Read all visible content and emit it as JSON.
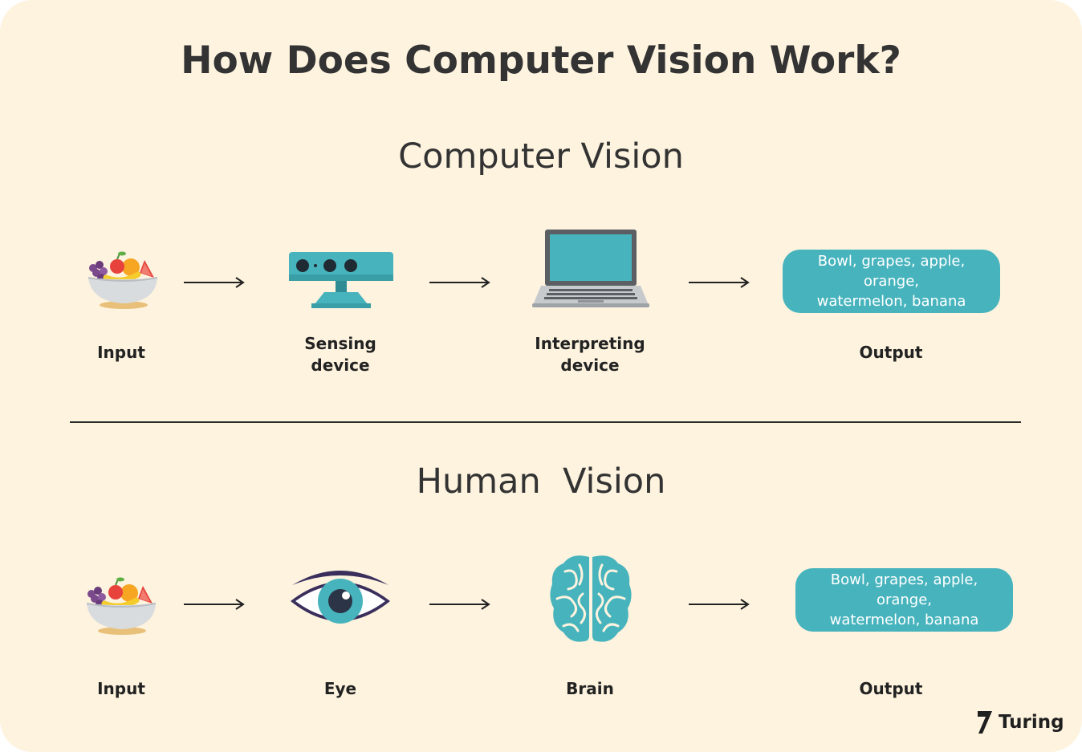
{
  "title": "How Does Computer Vision Work?",
  "computer_section": {
    "title": "Computer Vision",
    "steps": [
      {
        "label": "Input",
        "icon": "fruit-bowl-icon"
      },
      {
        "label": "Sensing\ndevice",
        "icon": "sensing-device-icon"
      },
      {
        "label": "Interpreting\ndevice",
        "icon": "laptop-icon"
      },
      {
        "label": "Output",
        "icon": "output-pill"
      }
    ],
    "output_text": "Bowl, grapes, apple, orange,\nwatermelon, banana"
  },
  "human_section": {
    "title": "Human  Vision",
    "steps": [
      {
        "label": "Input",
        "icon": "fruit-bowl-icon"
      },
      {
        "label": "Eye",
        "icon": "eye-icon"
      },
      {
        "label": "Brain",
        "icon": "brain-icon"
      },
      {
        "label": "Output",
        "icon": "output-pill"
      }
    ],
    "output_text": "Bowl, grapes, apple, orange,\nwatermelon, banana"
  },
  "brand": {
    "name": "Turing",
    "icon": "turing-logo-icon"
  },
  "colors": {
    "background": "#fdf3df",
    "accent": "#47b4bd",
    "text": "#333333"
  }
}
